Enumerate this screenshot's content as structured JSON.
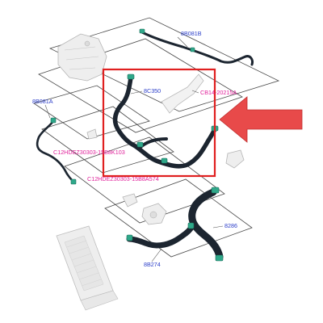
{
  "labels": {
    "hose_top_right": "8B081B",
    "hose_left": "8B081A",
    "hose_center": "8C350",
    "clip_bracket": "CB14-20215A",
    "bolt_1": "C12HDEZ30303-15B8K103",
    "bolt_2": "C12HDEZ30303-15B8A574",
    "hose_bottom_right": "8286",
    "hose_bottom_center": "8B274"
  },
  "colors": {
    "part_number": "#2b3ec9",
    "fastener_number": "#e0209a",
    "highlight_box": "#e02020",
    "arrow_fill": "#e84a4a",
    "hose": "#1c2530",
    "clamp": "#2fa88a"
  },
  "icons": {
    "pointer": "arrow-left-icon"
  }
}
